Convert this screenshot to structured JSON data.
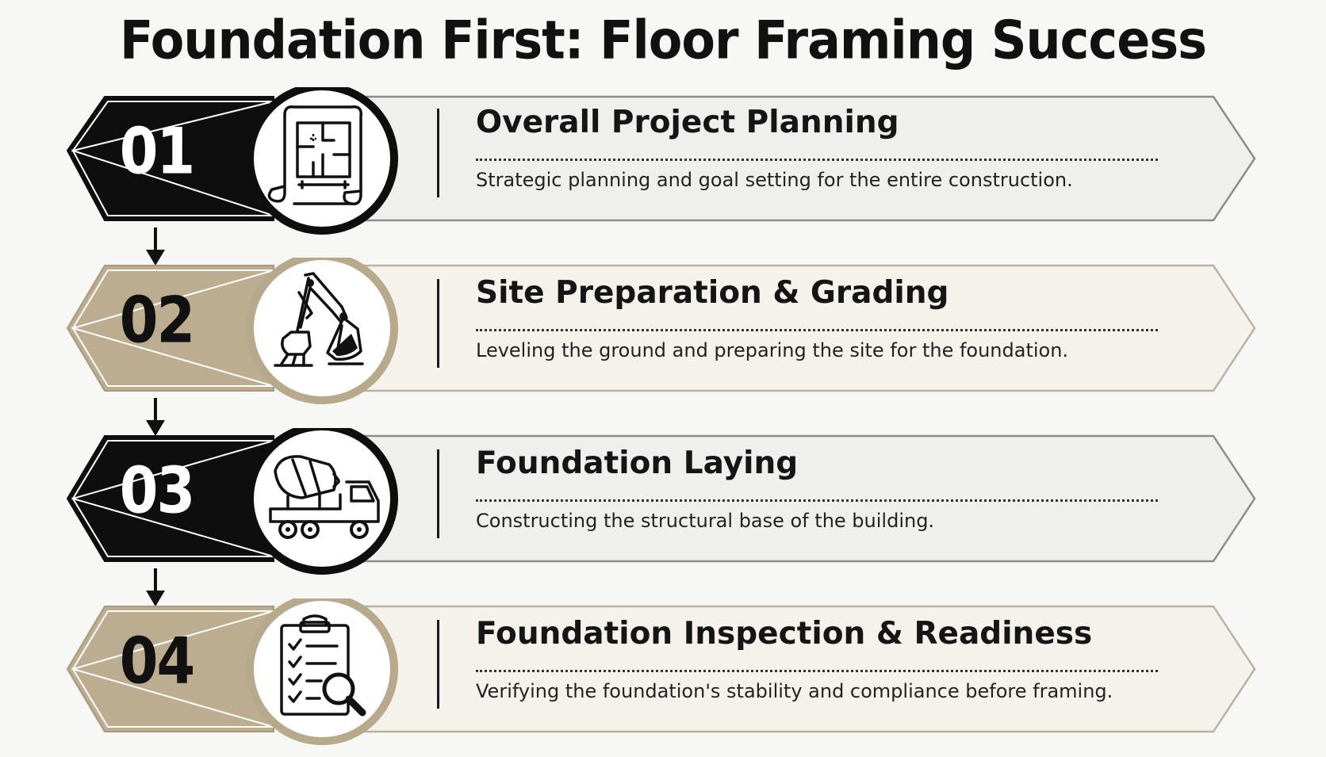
{
  "title": "Foundation First: Floor Framing Success",
  "colors": {
    "dark": "#0e0e0e",
    "tan": "#bcad90",
    "panel_light": "#efefee",
    "panel_cream": "#f5f2eb",
    "tan_ring": "#b6a98c"
  },
  "steps": [
    {
      "number": "01",
      "title": "Overall Project Planning",
      "description": "Strategic planning and goal setting for the entire construction.",
      "icon": "blueprint-icon",
      "variant": "dark"
    },
    {
      "number": "02",
      "title": "Site Preparation & Grading",
      "description": "Leveling the ground and preparing the site for the foundation.",
      "icon": "excavator-icon",
      "variant": "tan"
    },
    {
      "number": "03",
      "title": "Foundation Laying",
      "description": "Constructing the structural base of the building.",
      "icon": "cement-mixer-truck-icon",
      "variant": "dark"
    },
    {
      "number": "04",
      "title": "Foundation Inspection & Readiness",
      "description": "Verifying the foundation's stability and compliance before framing.",
      "icon": "inspection-clipboard-icon",
      "variant": "tan"
    }
  ],
  "arrows": [
    "down-arrow-icon",
    "down-arrow-icon",
    "down-arrow-icon"
  ]
}
